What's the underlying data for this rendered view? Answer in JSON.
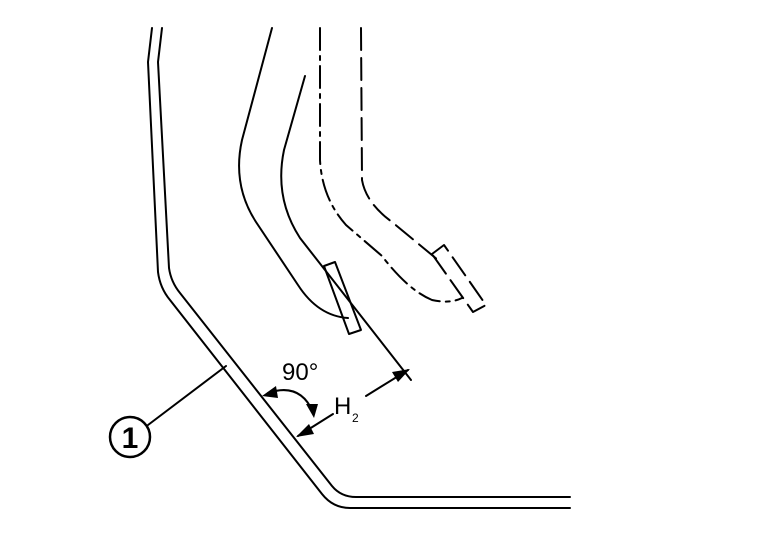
{
  "diagram": {
    "angle_label": "90°",
    "dimension_label": "H",
    "dimension_subscript": "2",
    "callout_number": "1"
  }
}
